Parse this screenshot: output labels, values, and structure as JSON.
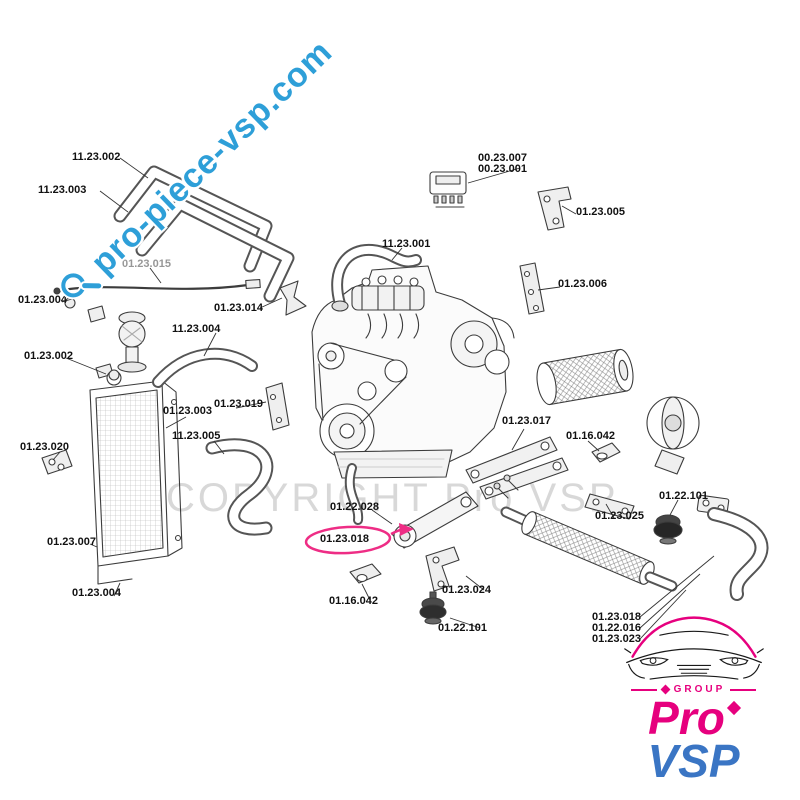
{
  "watermark": {
    "text": "pro-piece-vsp.com",
    "color": "#2e9fd8",
    "icon": "magnifier-icon"
  },
  "copyright_text": "COPYRIGHT Pro VSP",
  "highlight": {
    "part": "01.23.018",
    "color": "#ee2d85"
  },
  "logo": {
    "group_label": "GROUP",
    "brand_top": "Pro",
    "brand_bottom": "VSP",
    "brand_top_color": "#e6007e",
    "brand_bottom_color": "#3a75c4"
  },
  "parts": [
    "11.23.002",
    "11.23.003",
    "01.23.015",
    "01.23.004",
    "01.23.014",
    "11.23.001",
    "00.23.007",
    "00.23.001",
    "01.23.005",
    "01.23.006",
    "11.23.004",
    "01.23.002",
    "01.23.003",
    "01.23.019",
    "11.23.005",
    "01.23.020",
    "01.23.017",
    "01.16.042",
    "01.22.101",
    "01.22.028",
    "01.23.025",
    "01.23.018",
    "01.23.007",
    "01.23.004",
    "01.16.042",
    "01.23.024",
    "01.22.101",
    "01.23.018",
    "01.22.016",
    "01.23.023"
  ]
}
